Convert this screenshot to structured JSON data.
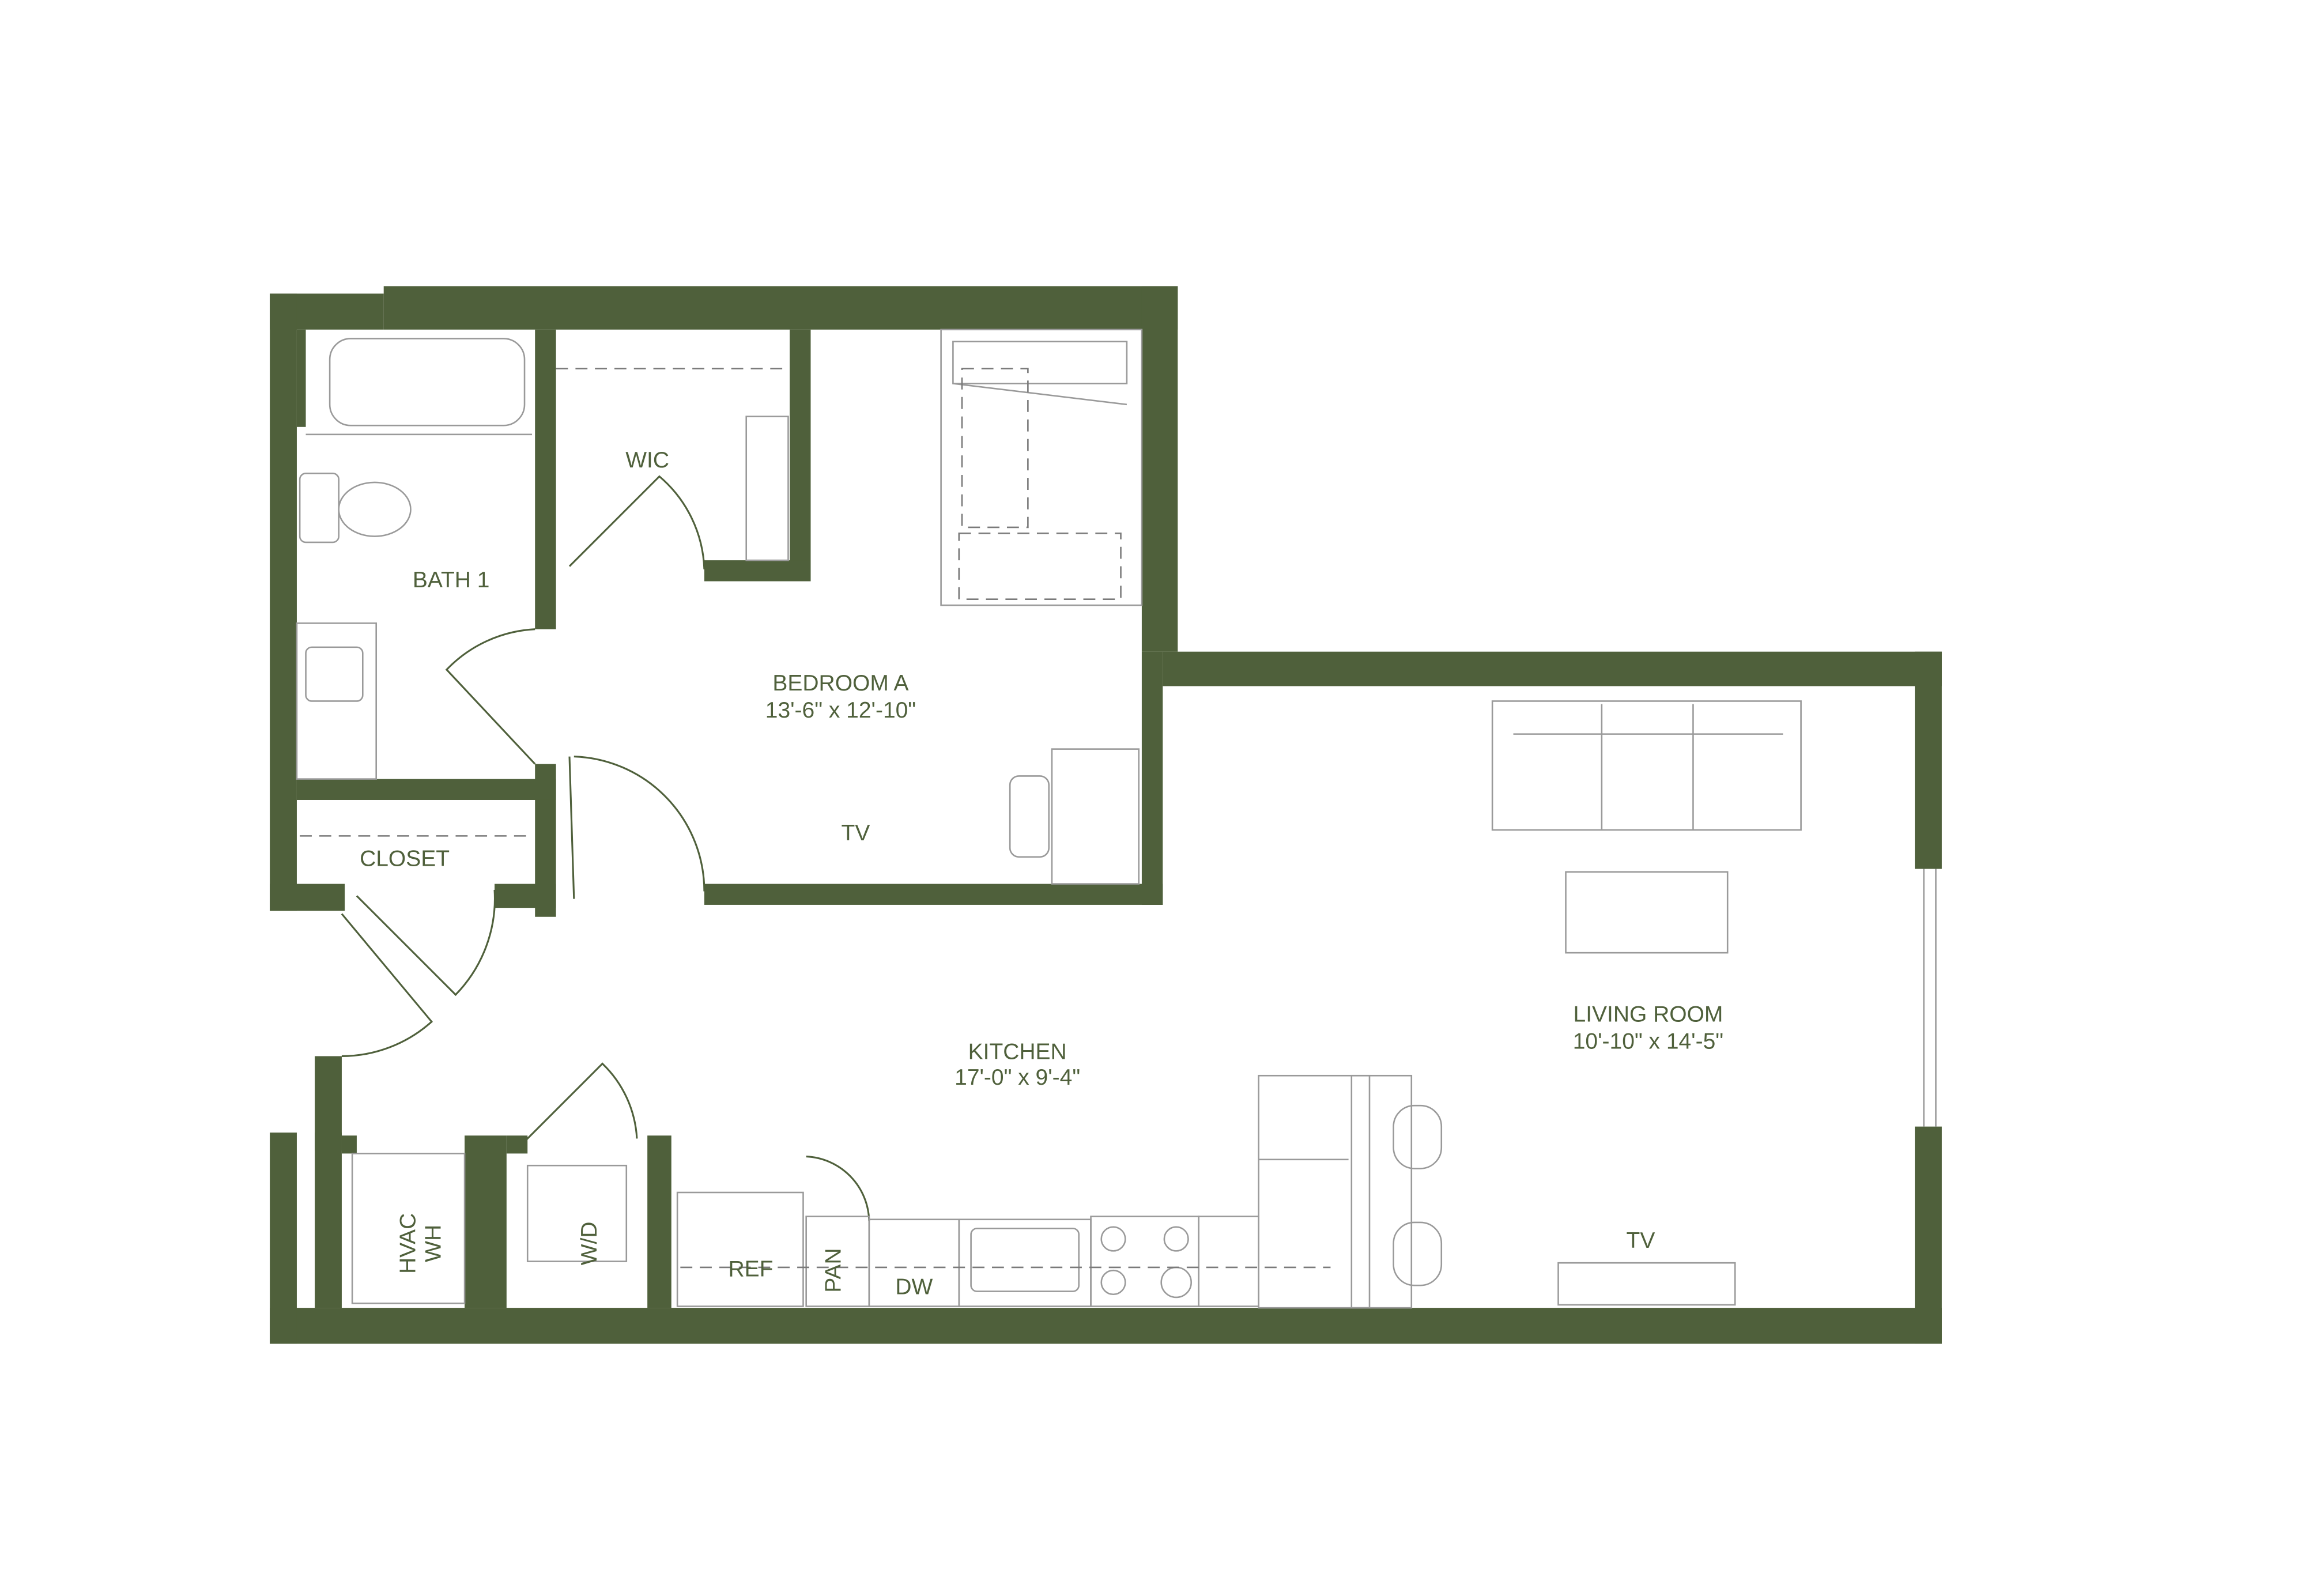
{
  "plan": {
    "wall_color": "#4f603b",
    "rooms": {
      "bath": {
        "name": "BATH 1"
      },
      "wic": {
        "name": "WIC"
      },
      "bedroom": {
        "name": "BEDROOM A",
        "dims": "13'-6\" x 12'-10\""
      },
      "closet": {
        "name": "CLOSET"
      },
      "kitchen": {
        "name": "KITCHEN",
        "dims": "17'-0\" x 9'-4\""
      },
      "living": {
        "name": "LIVING ROOM",
        "dims": "10'-10\" x 14'-5\""
      }
    },
    "fixtures": {
      "bedroom_tv": "TV",
      "living_tv": "TV",
      "hvac": "HVAC",
      "wh": "WH",
      "wd": "W/D",
      "ref": "REF",
      "pan": "PAN",
      "dw": "DW"
    }
  }
}
